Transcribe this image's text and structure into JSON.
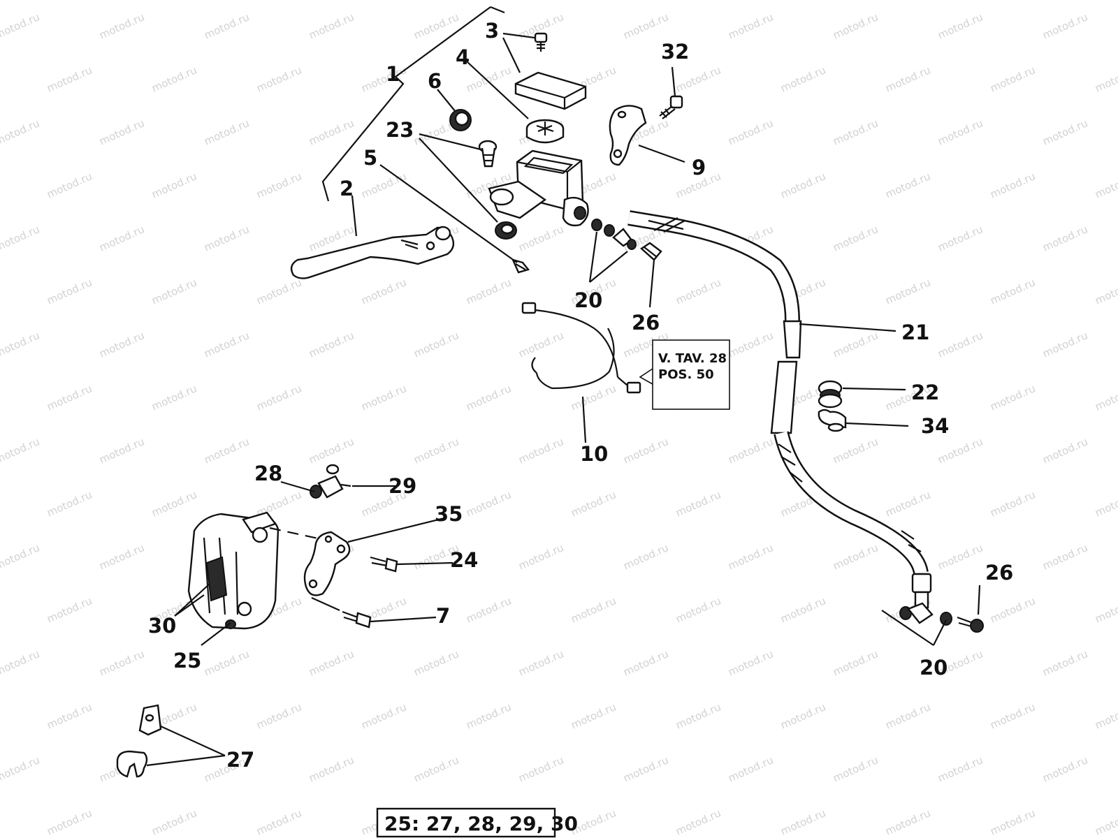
{
  "watermark": "motod.ru",
  "callouts": {
    "c1": "1",
    "c2": "2",
    "c3": "3",
    "c4": "4",
    "c5": "5",
    "c6": "6",
    "c7": "7",
    "c9": "9",
    "c10": "10",
    "c20a": "20",
    "c20b": "20",
    "c21": "21",
    "c22": "22",
    "c23": "23",
    "c24": "24",
    "c25": "25",
    "c26a": "26",
    "c26b": "26",
    "c27": "27",
    "c28": "28",
    "c29": "29",
    "c30": "30",
    "c32": "32",
    "c34": "34",
    "c35": "35"
  },
  "reference_note": {
    "line1": "V. TAV. 28",
    "line2": "POS. 50"
  },
  "legend": "25: 27, 28, 29, 30"
}
